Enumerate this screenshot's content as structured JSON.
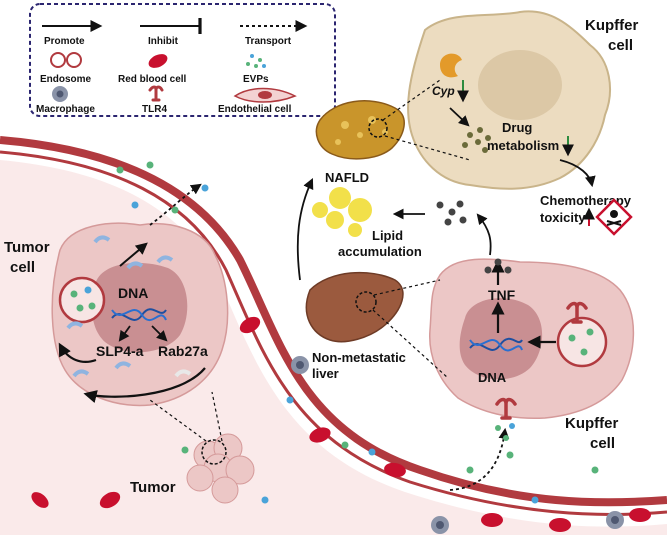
{
  "legend": {
    "promote": "Promote",
    "inhibit": "Inhibit",
    "transport": "Transport",
    "endosome": "Endosome",
    "red_blood_cell": "Red blood cell",
    "evps": "EVPs",
    "macrophage": "Macrophage",
    "tlr4": "TLR4",
    "endothelial_cell": "Endothelial cell"
  },
  "labels": {
    "kupffer_top_line1": "Kupffer",
    "kupffer_top_line2": "cell",
    "cyp": "Cyp",
    "drug_line1": "Drug",
    "drug_line2": "metabolism",
    "nafld": "NAFLD",
    "chemo_line1": "Chemotherapy",
    "chemo_line2": "toxicity",
    "lipid_line1": "Lipid",
    "lipid_line2": "accumulation",
    "tumor_cell_line1": "Tumor",
    "tumor_cell_line2": "cell",
    "dna_left": "DNA",
    "slp4a": "SLP4-a",
    "rab27a": "Rab27a",
    "tumor": "Tumor",
    "tnf": "TNF",
    "dna_right": "DNA",
    "nonmet_line1": "Non-metastatic",
    "nonmet_line2": "liver",
    "kupffer_bottom_line1": "Kupffer",
    "kupffer_bottom_line2": "cell"
  },
  "colors": {
    "vessel_wall": "#b13a3f",
    "vessel_fill": "#f6d9d9",
    "cell_fill": "#ecc7c6",
    "nucleus": "#c98f92",
    "kupffer_fill": "#ecdcc0",
    "kupffer_nucleus": "#dcc8a6",
    "rbc": "#c8102e",
    "evp_blue": "#4aa3d9",
    "evp_green": "#58b37a",
    "legend_border": "#2b2570",
    "arrow": "#111111",
    "down_arrow_green": "#2e8b3e",
    "up_arrow_red": "#c8102e",
    "liver": "#9b5a3e"
  }
}
